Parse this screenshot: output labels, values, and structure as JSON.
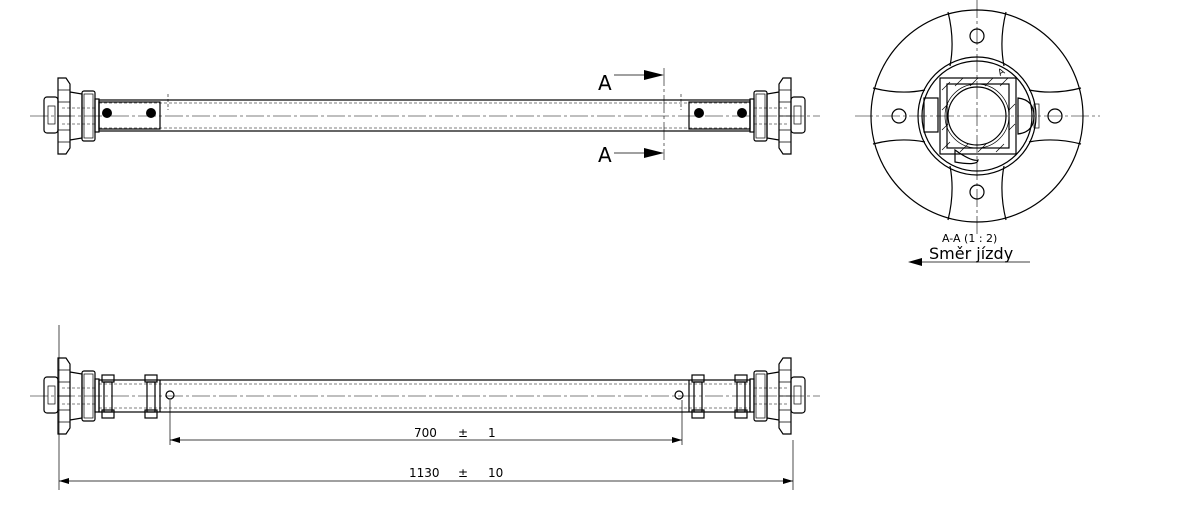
{
  "top_view": {
    "section_label_top": "A",
    "section_label_bottom": "A"
  },
  "section_view": {
    "title": "A-A  (1 : 2)",
    "direction_label": "Směr jízdy"
  },
  "side_view": {
    "dim_inner": {
      "value": "700",
      "symbol": "±",
      "tolerance": "1"
    },
    "dim_overall": {
      "value": "1130",
      "symbol": "±",
      "tolerance": "10"
    }
  }
}
